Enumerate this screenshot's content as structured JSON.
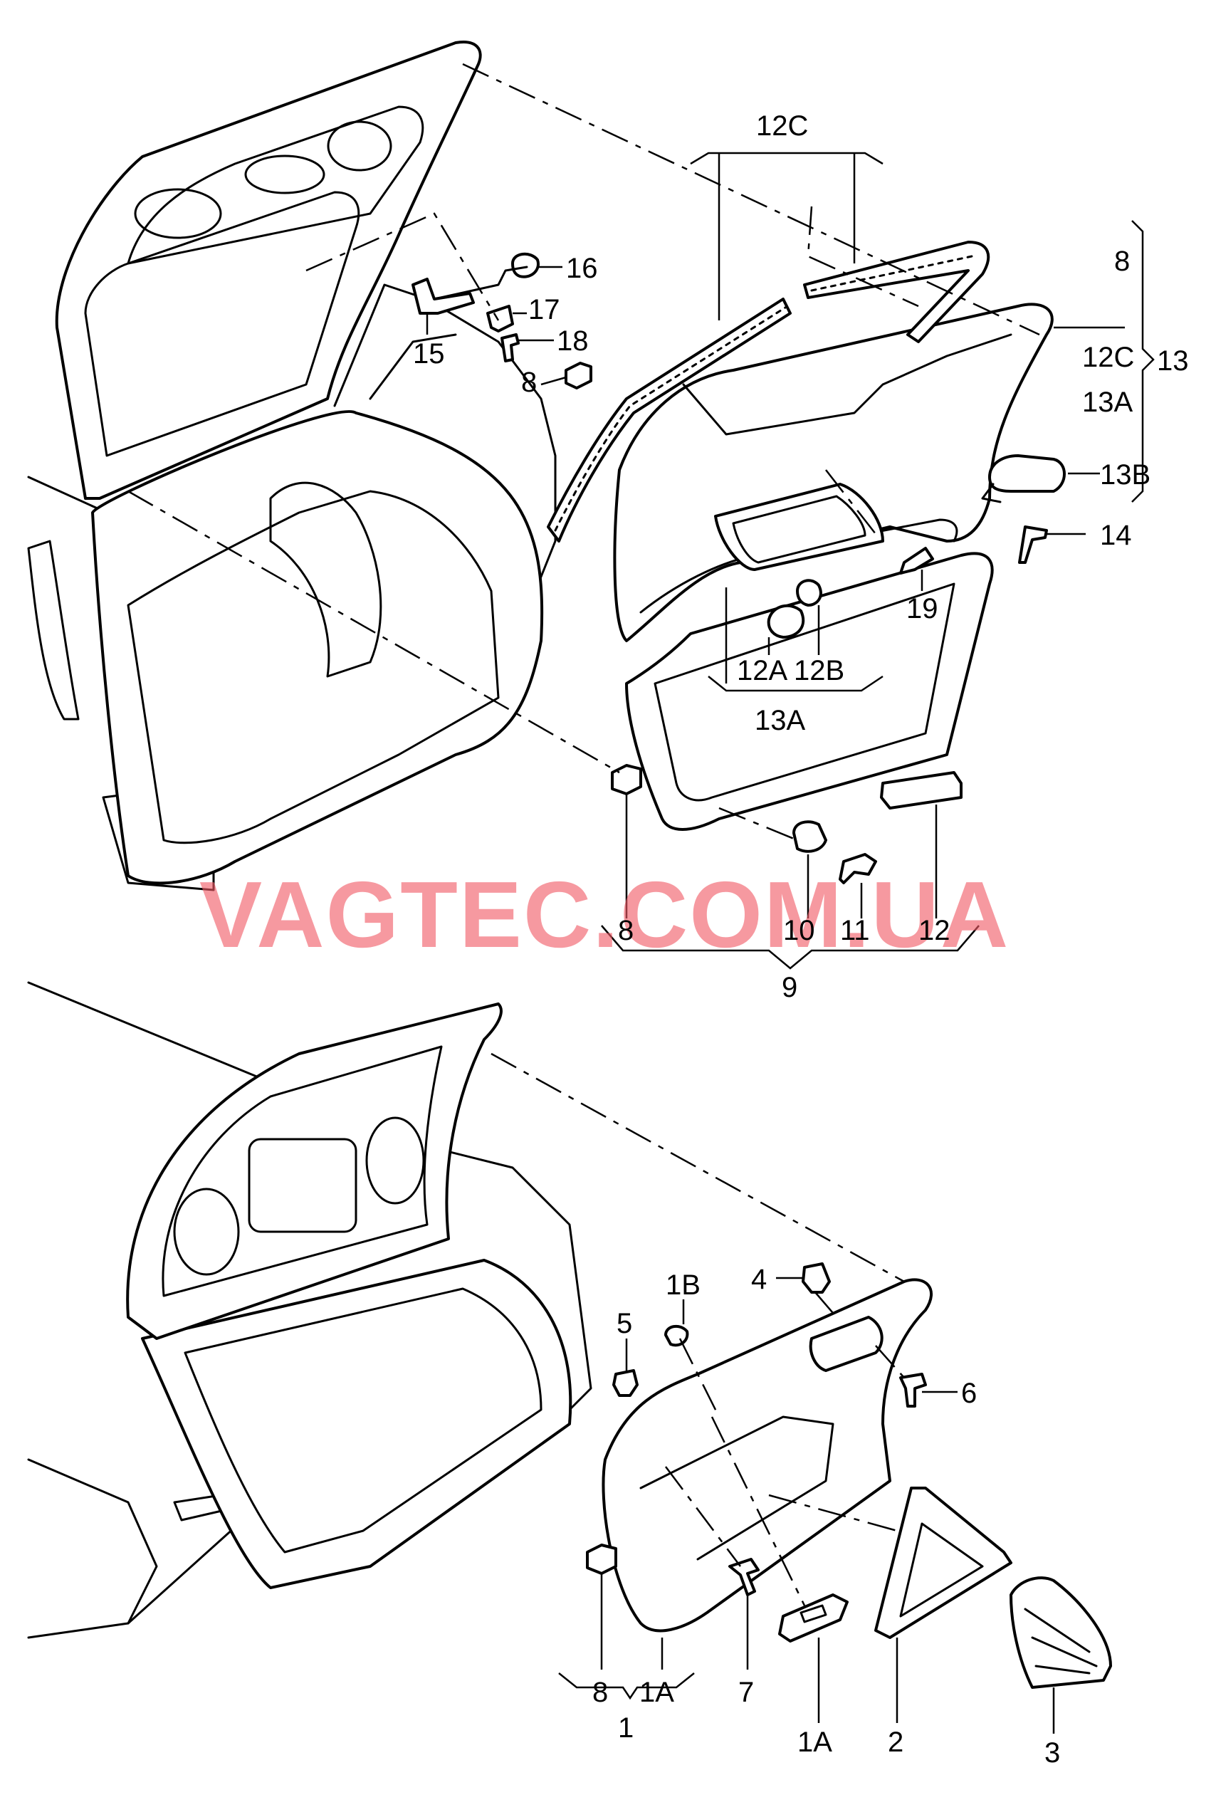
{
  "watermark": "VAGTEC.COM.UA",
  "colors": {
    "line": "#000000",
    "background": "#ffffff",
    "watermark": "#f05a66"
  },
  "labels": {
    "l12C_top": "12C",
    "l8_right": "8",
    "l12C_right": "12C",
    "l13": "13",
    "l13A_right": "13A",
    "l13B": "13B",
    "l14": "14",
    "l16": "16",
    "l17": "17",
    "l18": "18",
    "l15": "15",
    "l8_upper": "8",
    "l19": "19",
    "l12A": "12A",
    "l12B": "12B",
    "l13A_lower": "13A",
    "l8_mid": "8",
    "l10": "10",
    "l11": "11",
    "l12": "12",
    "l9": "9",
    "l4": "4",
    "l1B": "1B",
    "l5": "5",
    "l6": "6",
    "l8_bottom": "8",
    "l1A_group": "1A",
    "l7": "7",
    "l1A_part": "1A",
    "l2": "2",
    "l3": "3",
    "l1": "1"
  }
}
